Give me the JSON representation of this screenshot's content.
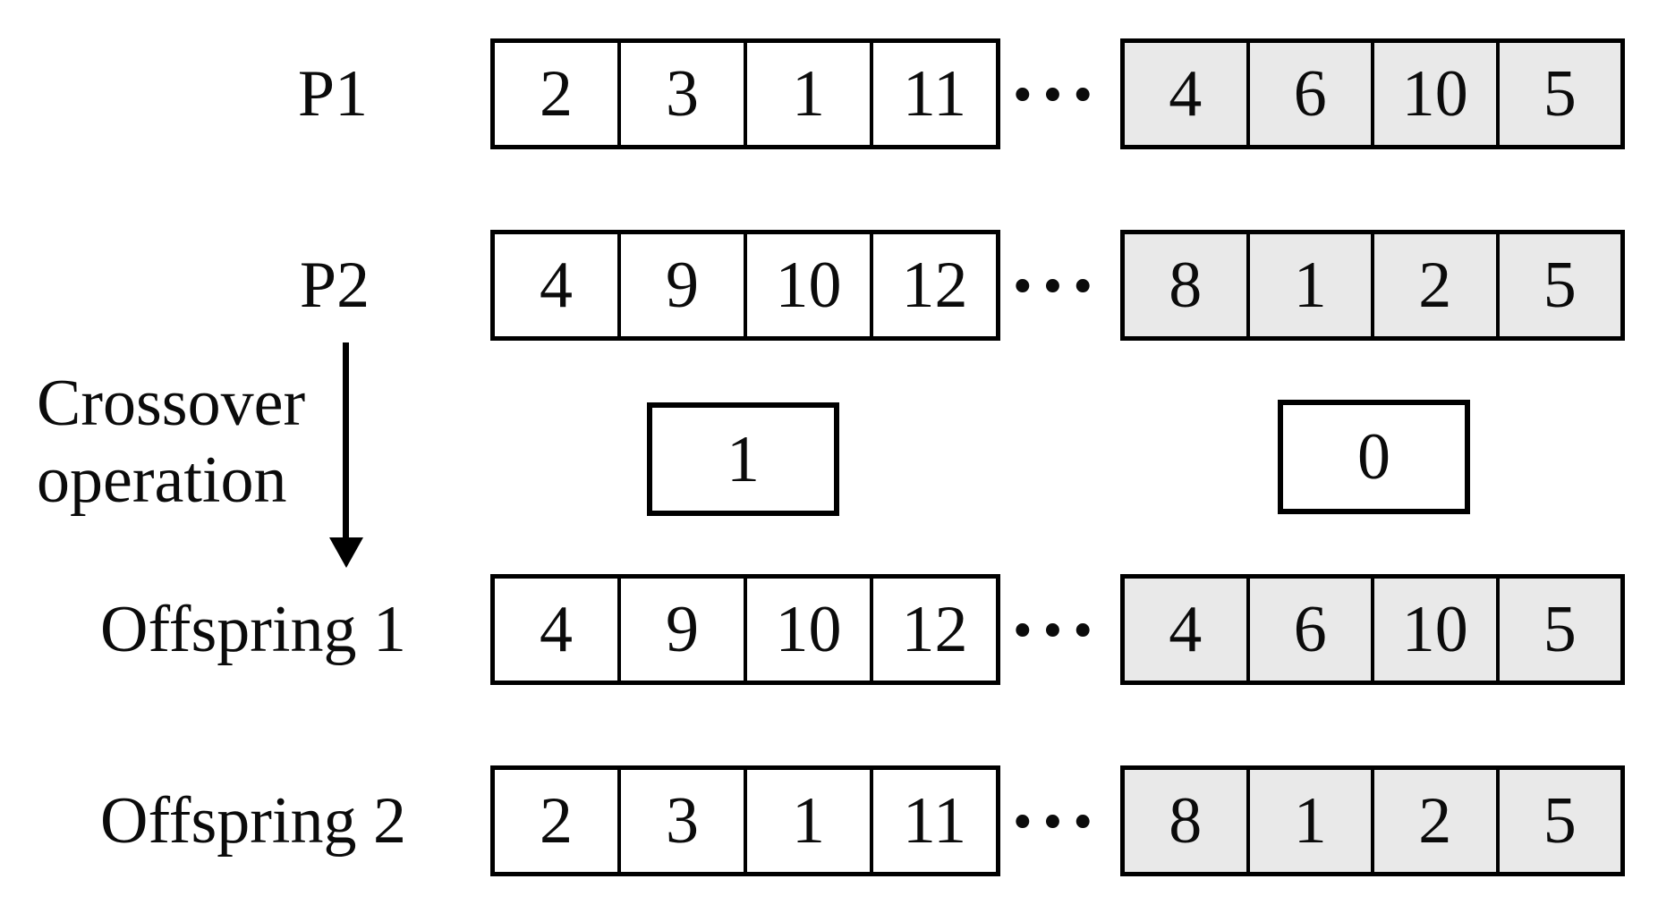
{
  "diagram": {
    "title_hint": "Crossover operation of a genetic algorithm",
    "operation_label_line1": "Crossover",
    "operation_label_line2": "operation",
    "ellipsis": "···",
    "mask": {
      "left_value": "1",
      "right_value": "0"
    },
    "rows": [
      {
        "label": "P1",
        "left": [
          "2",
          "3",
          "1",
          "11"
        ],
        "right": [
          "4",
          "6",
          "10",
          "5"
        ]
      },
      {
        "label": "P2",
        "left": [
          "4",
          "9",
          "10",
          "12"
        ],
        "right": [
          "8",
          "1",
          "2",
          "5"
        ]
      },
      {
        "label": "Offspring 1",
        "left": [
          "4",
          "9",
          "10",
          "12"
        ],
        "right": [
          "4",
          "6",
          "10",
          "5"
        ]
      },
      {
        "label": "Offspring 2",
        "left": [
          "2",
          "3",
          "1",
          "11"
        ],
        "right": [
          "8",
          "1",
          "2",
          "5"
        ]
      }
    ],
    "colors": {
      "background": "#ffffff",
      "border": "#000000",
      "text": "#0b0b0b",
      "shaded_segment_fill": "#e9e9e9",
      "unshaded_segment_fill": "#ffffff"
    }
  }
}
